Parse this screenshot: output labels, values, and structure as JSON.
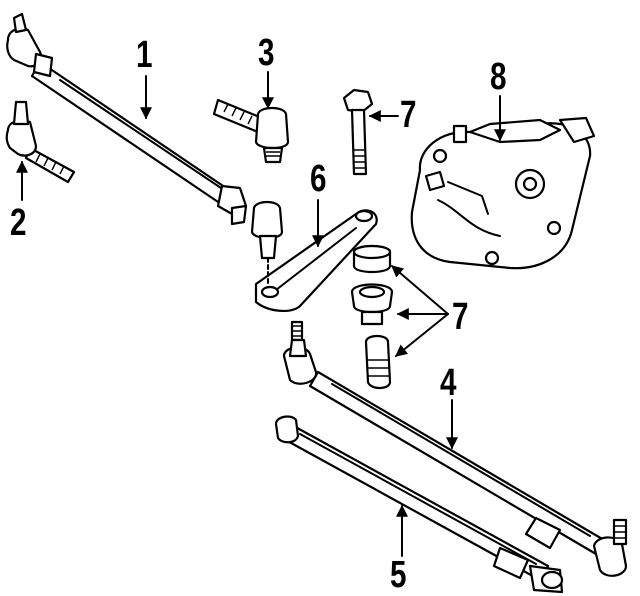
{
  "diagram": {
    "callouts": [
      {
        "id": "1",
        "label": "1"
      },
      {
        "id": "2",
        "label": "2"
      },
      {
        "id": "3",
        "label": "3"
      },
      {
        "id": "4",
        "label": "4"
      },
      {
        "id": "5",
        "label": "5"
      },
      {
        "id": "6",
        "label": "6"
      },
      {
        "id": "7a",
        "label": "7"
      },
      {
        "id": "7b",
        "label": "7"
      },
      {
        "id": "8",
        "label": "8"
      }
    ],
    "colors": {
      "line": "#000000",
      "background": "#ffffff"
    }
  }
}
